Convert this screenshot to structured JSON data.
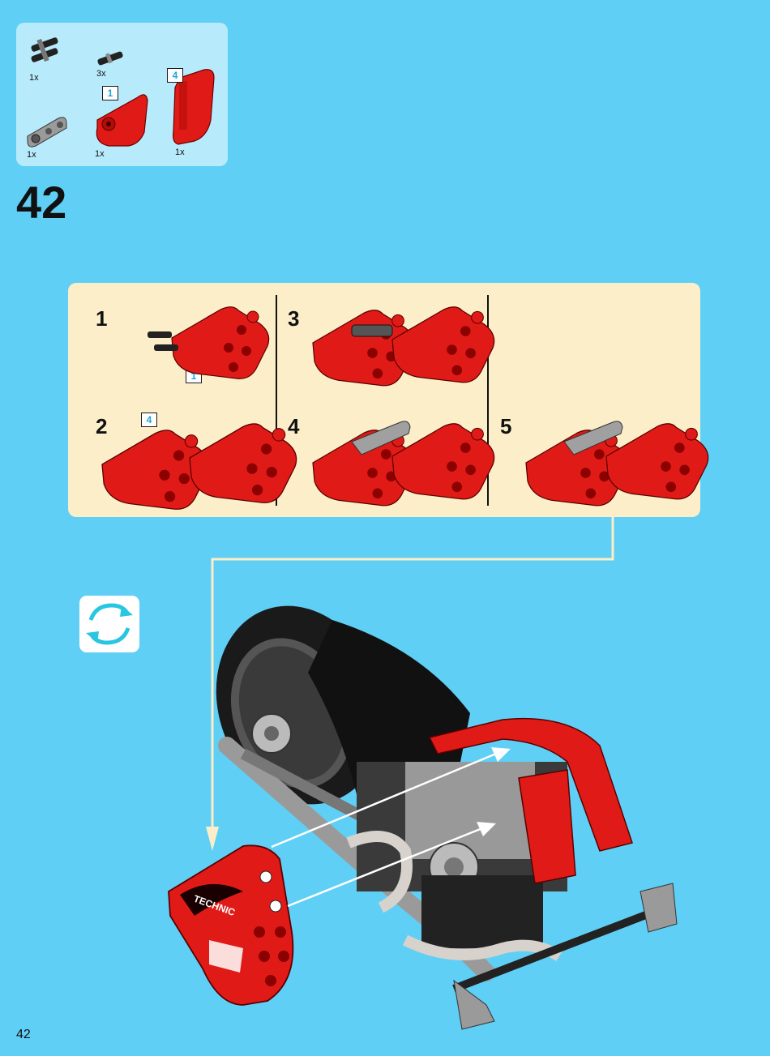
{
  "parts": [
    {
      "name": "axle-pin-pair",
      "qty": "1x"
    },
    {
      "name": "axle-pin",
      "qty": "3x"
    },
    {
      "name": "gray-connector",
      "qty": "1x"
    },
    {
      "name": "red-panel-1",
      "qty": "1x",
      "callout": "1"
    },
    {
      "name": "red-panel-4",
      "qty": "1x",
      "callout": "4"
    }
  ],
  "step": "42",
  "substeps": [
    {
      "num": "1",
      "callout": "1"
    },
    {
      "num": "2",
      "callout": "4"
    },
    {
      "num": "3"
    },
    {
      "num": "4"
    },
    {
      "num": "5"
    }
  ],
  "model_label": "TECHNIC",
  "page_number": "42",
  "colors": {
    "background": "#5fcff5",
    "parts_box": "#b7ebfb",
    "subassembly_panel": "#fbeec8",
    "brick_red": "#e01b17",
    "callout_text": "#1aa5d6"
  }
}
